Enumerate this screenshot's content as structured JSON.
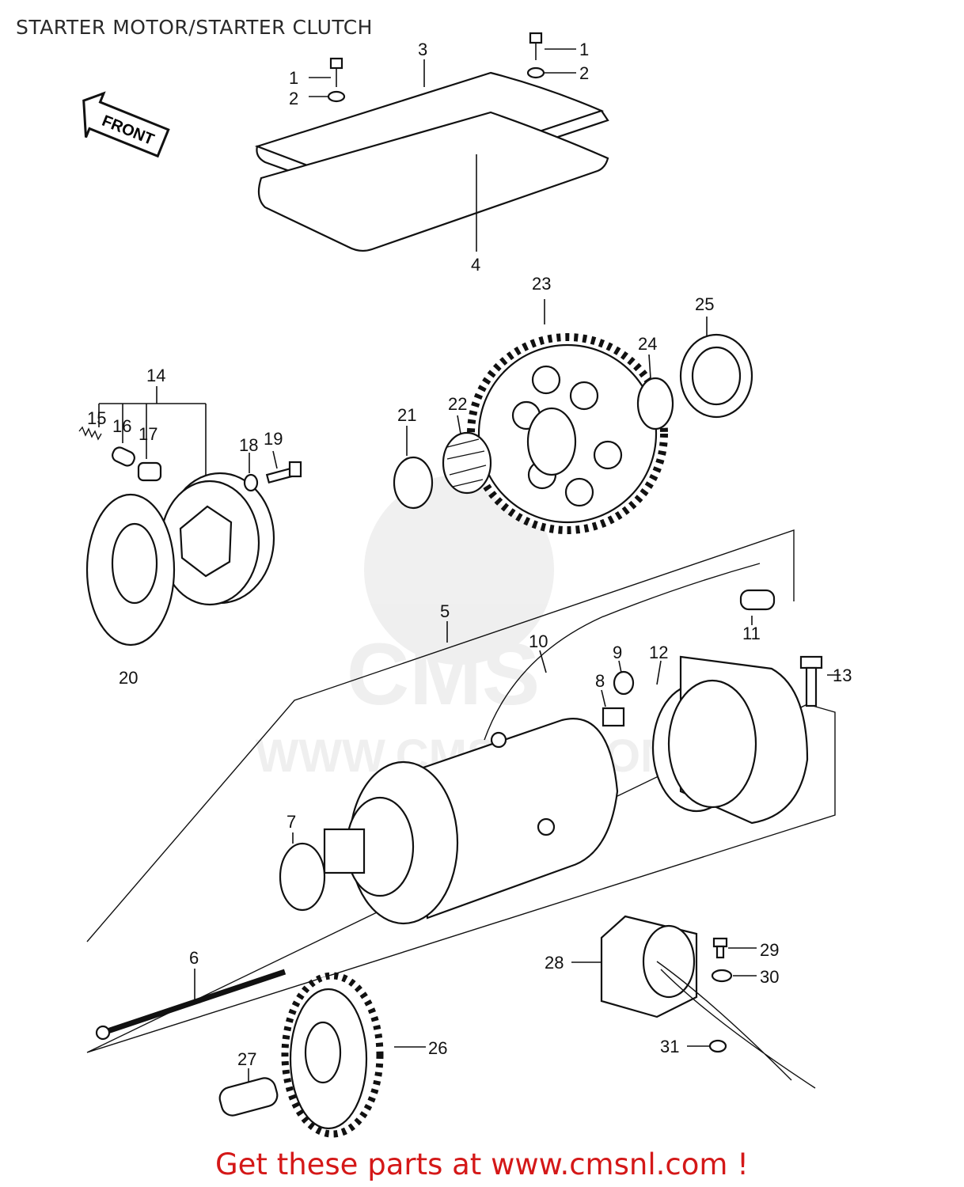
{
  "header": {
    "title": "STARTER MOTOR/STARTER CLUTCH"
  },
  "footer": {
    "cta": "Get these parts at www.cmsnl.com !"
  },
  "badge": {
    "front": "FRONT"
  },
  "watermark": {
    "logo": "CMS",
    "site": "WWW.CMSNL.COM"
  },
  "callouts": [
    {
      "id": "c1a",
      "num": "1"
    },
    {
      "id": "c2a",
      "num": "2"
    },
    {
      "id": "c1b",
      "num": "1"
    },
    {
      "id": "c2b",
      "num": "2"
    },
    {
      "id": "c3",
      "num": "3"
    },
    {
      "id": "c4",
      "num": "4"
    },
    {
      "id": "c5",
      "num": "5"
    },
    {
      "id": "c6",
      "num": "6"
    },
    {
      "id": "c7",
      "num": "7"
    },
    {
      "id": "c8",
      "num": "8"
    },
    {
      "id": "c9",
      "num": "9"
    },
    {
      "id": "c10",
      "num": "10"
    },
    {
      "id": "c11",
      "num": "11"
    },
    {
      "id": "c12",
      "num": "12"
    },
    {
      "id": "c13",
      "num": "13"
    },
    {
      "id": "c14",
      "num": "14"
    },
    {
      "id": "c15",
      "num": "15"
    },
    {
      "id": "c16",
      "num": "16"
    },
    {
      "id": "c17",
      "num": "17"
    },
    {
      "id": "c18",
      "num": "18"
    },
    {
      "id": "c19",
      "num": "19"
    },
    {
      "id": "c20",
      "num": "20"
    },
    {
      "id": "c21",
      "num": "21"
    },
    {
      "id": "c22",
      "num": "22"
    },
    {
      "id": "c23",
      "num": "23"
    },
    {
      "id": "c24",
      "num": "24"
    },
    {
      "id": "c25",
      "num": "25"
    },
    {
      "id": "c26",
      "num": "26"
    },
    {
      "id": "c27",
      "num": "27"
    },
    {
      "id": "c28",
      "num": "28"
    },
    {
      "id": "c29",
      "num": "29"
    },
    {
      "id": "c30",
      "num": "30"
    },
    {
      "id": "c31",
      "num": "31"
    }
  ]
}
